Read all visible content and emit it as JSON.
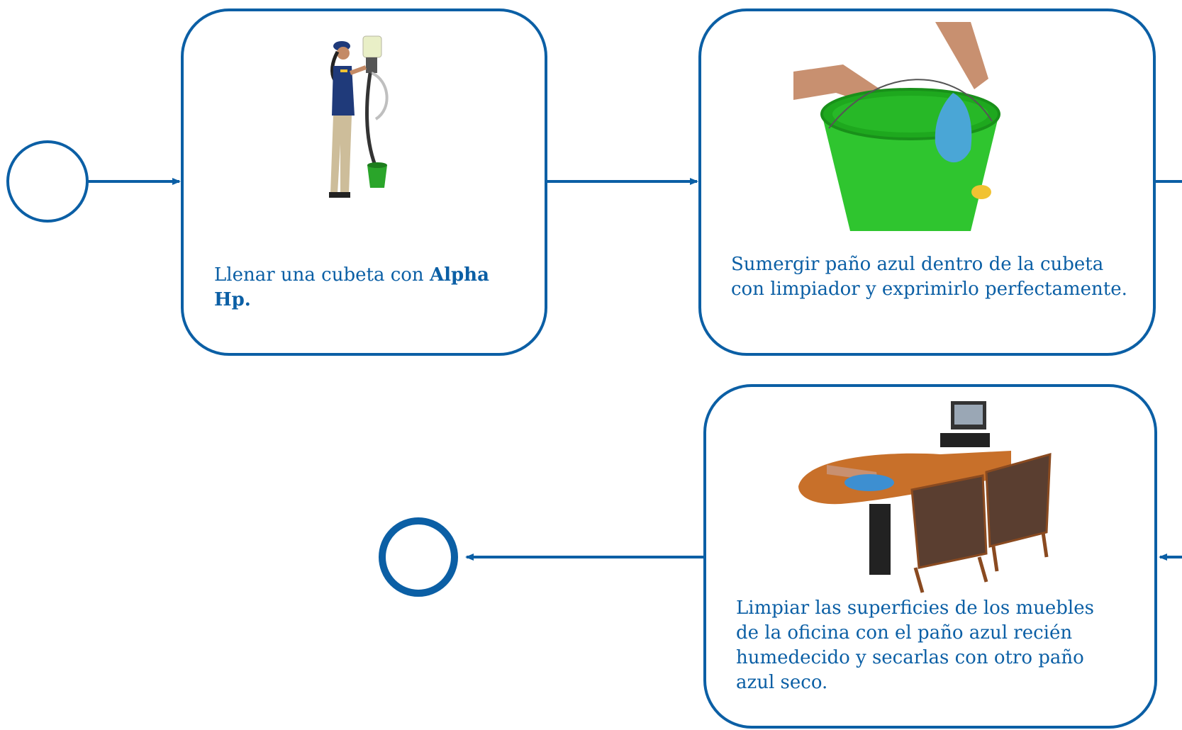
{
  "colors": {
    "accent": "#0b5fa5",
    "background": "#ffffff"
  },
  "steps": [
    {
      "id": "fill-bucket",
      "text_plain": "Llenar una cubeta con ",
      "text_bold": "Alpha Hp.",
      "image": "person-filling-bucket-at-dispenser"
    },
    {
      "id": "submerge-cloth",
      "text_plain": "Sumergir paño azul dentro de la cubeta con limpiador y exprimirlo perfectamente.",
      "image": "hands-wringing-cloth-in-green-bucket"
    },
    {
      "id": "wipe-furniture",
      "text_plain": "Limpiar las superficies de los muebles de la oficina con el paño azul recién humedecido y secarlas con otro paño azul seco.",
      "image": "wiping-office-desk-with-blue-cloth"
    }
  ],
  "nodes": {
    "start": "start-event",
    "end": "end-event"
  }
}
